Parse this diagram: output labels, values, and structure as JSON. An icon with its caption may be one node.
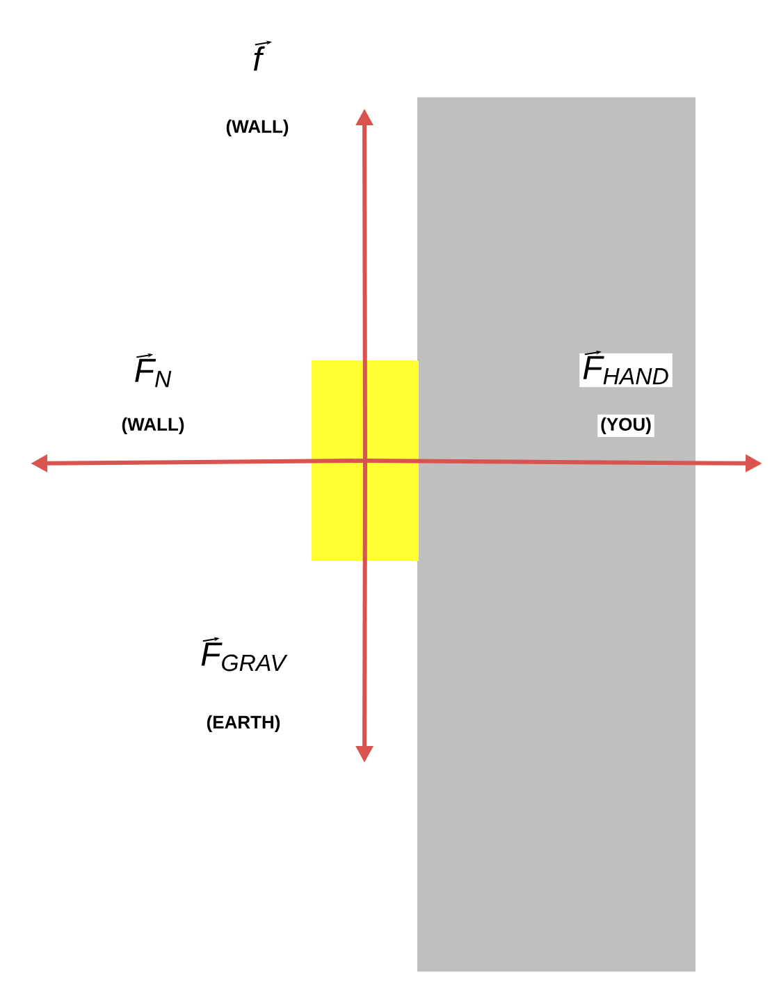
{
  "diagram": {
    "nodes": [
      {
        "text": [],
        "shape": "box"
      },
      {
        "text": [],
        "shape": "box"
      }
    ],
    "edges": [
      {
        "from": 1,
        "to": null,
        "arrow": "to"
      },
      {
        "from": 1,
        "to": null,
        "arrow": "to"
      },
      {
        "from": 1,
        "to": null,
        "arrow": "to"
      },
      {
        "from": 1,
        "to": null,
        "arrow": "to"
      }
    ],
    "labels": [
      "f",
      "(WALL)",
      "F$_{N}$",
      "(WALL)",
      "F$_{HAND}$",
      "(YOU)",
      "F$_{GRAV}$",
      "(EARTH)"
    ]
  }
}
